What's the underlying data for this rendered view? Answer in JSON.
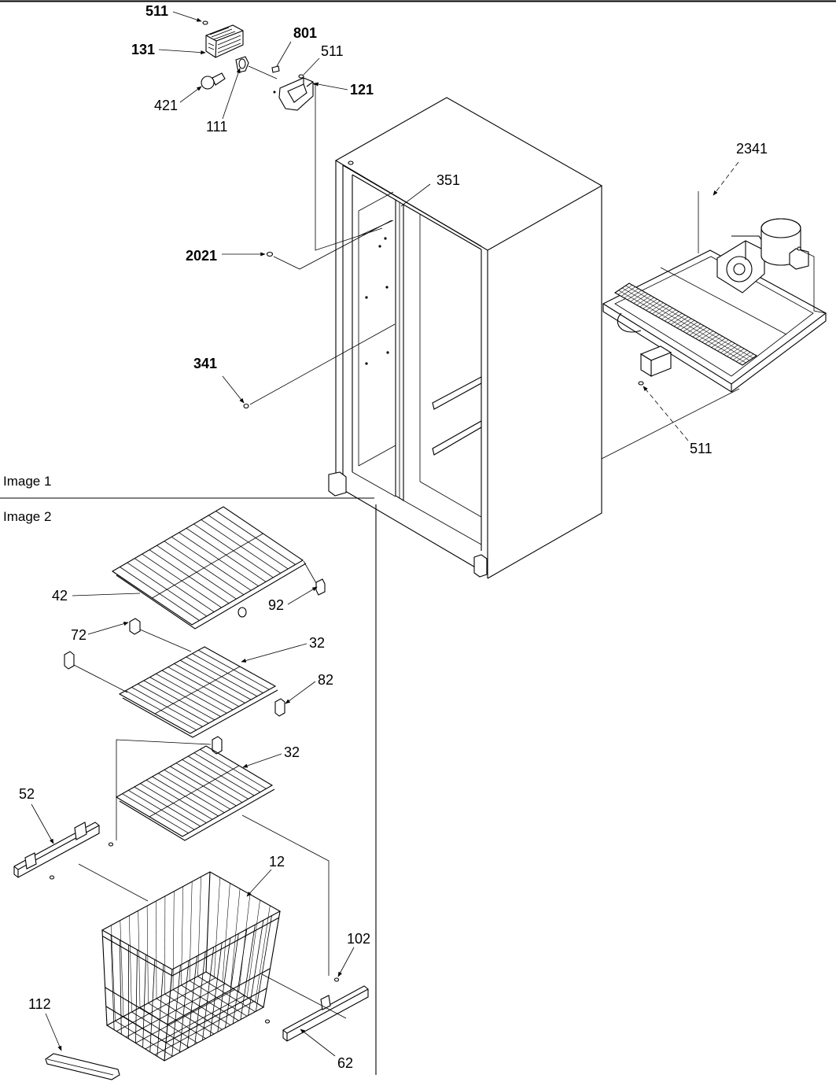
{
  "sections": {
    "image1": "Image 1",
    "image2": "Image 2"
  },
  "callouts": {
    "lamp_cover_screw": "511",
    "lamp_cover": "131",
    "part_801": "801",
    "bracket_screw": "511",
    "lamp_bracket": "121",
    "lamp_bulb": "421",
    "lamp_socket": "111",
    "divider": "351",
    "machine_compartment": "2341",
    "part_2021": "2021",
    "part_341": "341",
    "machine_screw": "511",
    "shelf_top": "42",
    "clip_right_top": "92",
    "clip_left_top": "72",
    "shelf_middle": "32",
    "clip_right_middle": "82",
    "shelf_lower": "32",
    "rail_left": "52",
    "basket": "12",
    "rail_right_upper": "102",
    "basket_part": "112",
    "rail_right": "62"
  }
}
